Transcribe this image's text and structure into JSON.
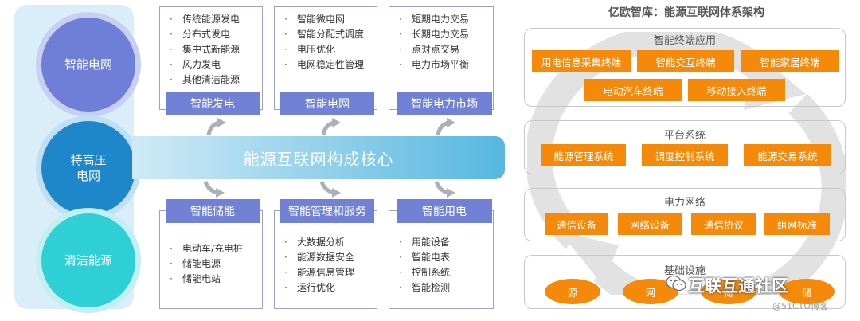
{
  "left_circles": [
    {
      "label": "智能电网"
    },
    {
      "label_line1": "特高压",
      "label_line2": "电网"
    },
    {
      "label": "清洁能源"
    }
  ],
  "core_banner": "能源互联网构成核心",
  "modules_top": [
    {
      "label": "智能发电",
      "items": [
        "传统能源发电",
        "分布式发电",
        "集中式新能源",
        "风力发电",
        "其他清洁能源"
      ]
    },
    {
      "label": "智能电网",
      "items": [
        "智能微电网",
        "智能分配式调度",
        "电压优化",
        "电网稳定性管理"
      ]
    },
    {
      "label": "智能电力市场",
      "items": [
        "短期电力交易",
        "长期电力交易",
        "点对点交易",
        "电力市场平衡"
      ]
    }
  ],
  "modules_bottom": [
    {
      "label": "智能储能",
      "items": [
        "电动车/充电桩",
        "储能电源",
        "储能电站"
      ]
    },
    {
      "label": "智能管理和服务",
      "items": [
        "大数据分析",
        "能源数据安全",
        "能源信息管理",
        "运行优化"
      ]
    },
    {
      "label": "智能用电",
      "items": [
        "用能设备",
        "智能电表",
        "控制系统",
        "智能检测"
      ]
    }
  ],
  "architecture": {
    "title": "亿欧智库：能源互联网体系架构",
    "layers": [
      {
        "title": "智能终端应用",
        "boxes": [
          "用电信息采集终端",
          "智能交互终端",
          "智能家居终端",
          "电动汽车终端",
          "移动接入终端"
        ]
      },
      {
        "title": "平台系统",
        "boxes": [
          "能源管理系统",
          "调度控制系统",
          "能源交易系统"
        ]
      },
      {
        "title": "电力网络",
        "boxes": [
          "通信设备",
          "网络设备",
          "通信协议",
          "组网标准"
        ]
      },
      {
        "title": "基础设施",
        "ovals": [
          "源",
          "网",
          "荷",
          "储"
        ]
      }
    ]
  },
  "watermark": {
    "text": "互联互通社区",
    "sub": "@51CTO博客"
  },
  "colors": {
    "orange": "#f58a0a",
    "label_blue": "#7081d6",
    "banner_blue": "#56b7e0",
    "panel_bg": "#d9eef8"
  }
}
